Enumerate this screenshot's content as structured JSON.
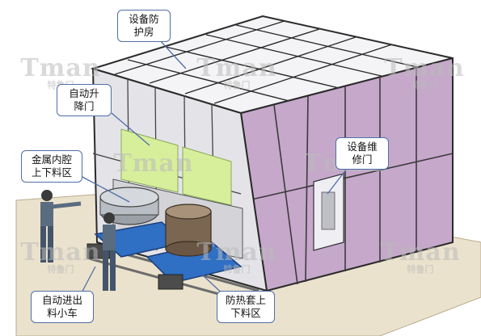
{
  "labels": {
    "room_l1": "设备防",
    "room_l2": "护房",
    "door_l1": "自动升",
    "door_l2": "降门",
    "cavity_l1": "金属内腔",
    "cavity_l2": "上下料区",
    "maint_l1": "设备维",
    "maint_l2": "修门",
    "cart_l1": "自动进出",
    "cart_l2": "料小车",
    "jacket_l1": "防热套上",
    "jacket_l2": "下料区"
  },
  "watermark": {
    "brand": "Tman",
    "sub": "特鲁门"
  },
  "colors": {
    "panel_purple": "#c4a6c9",
    "panel_grey": "#e6e6e9",
    "frame": "#3a3a3a",
    "door_green": "#d6ee9a",
    "platform_blue": "#2f6fc4",
    "floor": "#e9dfc9",
    "callout_border": "#4f6ea8"
  }
}
